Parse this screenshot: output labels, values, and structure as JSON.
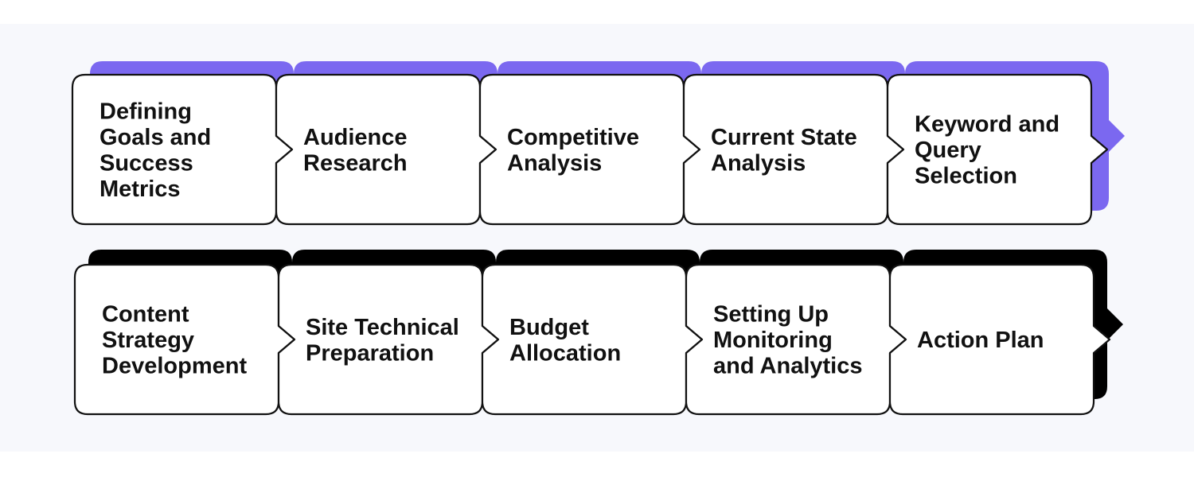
{
  "colors": {
    "background": "#ffffff",
    "panel": "#f7f8fc",
    "card_fill": "#ffffff",
    "card_stroke": "#111111",
    "row1_shadow": "#7b68f0",
    "row2_shadow": "#000000",
    "text": "#111111"
  },
  "rows": [
    {
      "shadow_color": "#7b68f0",
      "steps": [
        {
          "lines": [
            "Defining",
            "Goals and",
            "Success",
            "Metrics"
          ]
        },
        {
          "lines": [
            "Audience",
            "Research"
          ]
        },
        {
          "lines": [
            "Competitive",
            "Analysis"
          ]
        },
        {
          "lines": [
            "Current State",
            "Analysis"
          ]
        },
        {
          "lines": [
            "Keyword and",
            "Query",
            "Selection"
          ]
        }
      ]
    },
    {
      "shadow_color": "#000000",
      "steps": [
        {
          "lines": [
            "Content",
            "Strategy",
            "Development"
          ]
        },
        {
          "lines": [
            "Site Technical",
            "Preparation"
          ]
        },
        {
          "lines": [
            "Budget",
            "Allocation"
          ]
        },
        {
          "lines": [
            "Setting Up",
            "Monitoring",
            "and Analytics"
          ]
        },
        {
          "lines": [
            "Action Plan"
          ]
        }
      ]
    }
  ]
}
